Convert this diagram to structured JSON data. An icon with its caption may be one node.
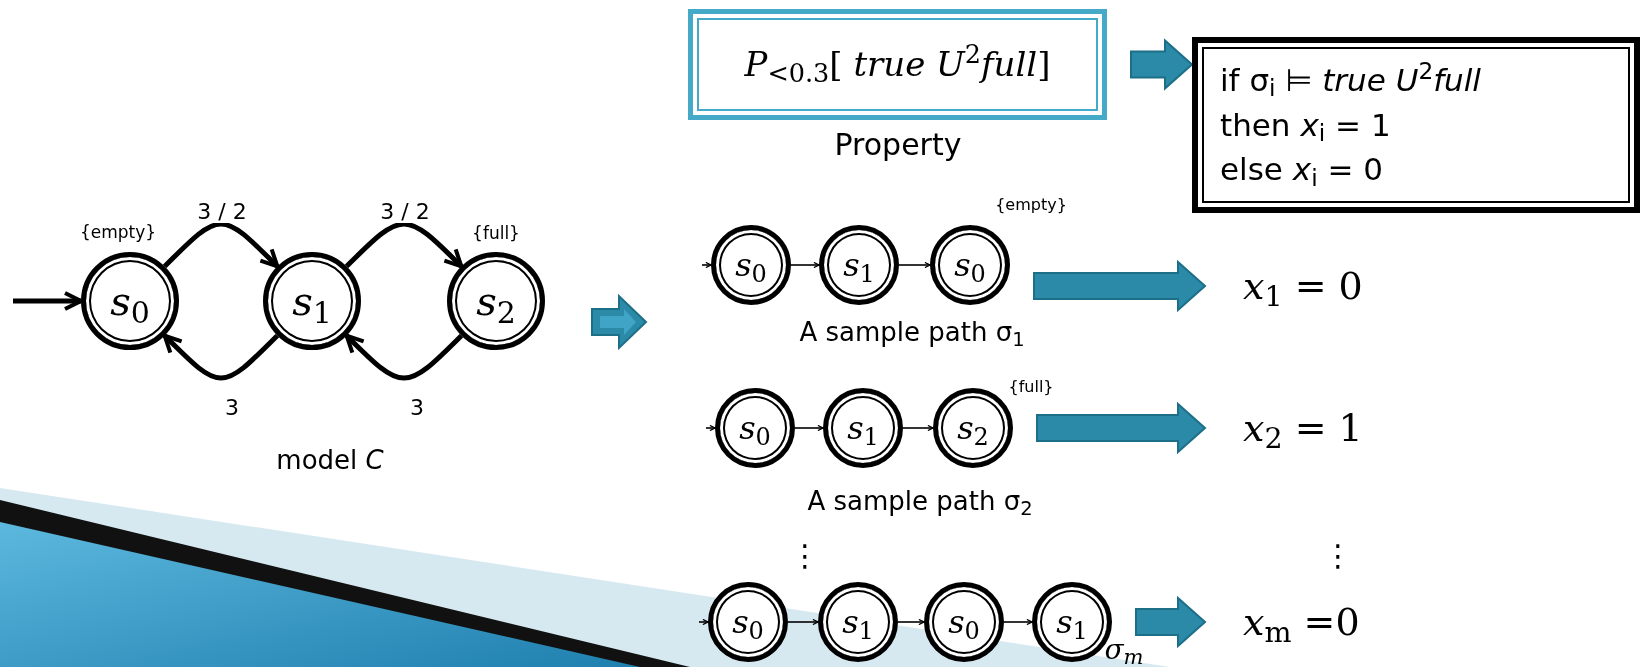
{
  "diagram": {
    "nodes": [
      {
        "text": [
          "*s*$_{0}$"
        ],
        "beside": [
          "{empty}"
        ]
      },
      {
        "text": [
          "*s*$_{1}$"
        ]
      },
      {
        "text": [
          "*s*$_{2}$"
        ],
        "beside": [
          "{full}"
        ]
      },
      {
        "text": [
          "*P*$_{<0.3}$[ *true U*$^{2}$*full*]"
        ],
        "beside": [
          "Property"
        ]
      },
      {
        "text": [
          "if σ$_{i}$ ⊨ *true U*$^{2}$*full*",
          "then *x*$_{i}$ = 1",
          "else  *x*$_{i}$ = 0"
        ]
      },
      {
        "text": [
          "*s*$_{0}$"
        ]
      },
      {
        "text": [
          "*s*$_{1}$"
        ]
      },
      {
        "text": [
          "*s*$_{0}$"
        ],
        "beside": [
          "{empty}"
        ]
      },
      {
        "text": [
          "*s*$_{0}$"
        ]
      },
      {
        "text": [
          "*s*$_{1}$"
        ]
      },
      {
        "text": [
          "*s*$_{2}$"
        ],
        "beside": [
          "{full}"
        ]
      },
      {
        "text": [
          "*s*$_{0}$"
        ]
      },
      {
        "text": [
          "*s*$_{1}$"
        ]
      },
      {
        "text": [
          "*s*$_{0}$"
        ]
      },
      {
        "text": [
          "*s*$_{1}$"
        ]
      },
      {
        "text": [
          "*x*$_{1}$ = 0"
        ]
      },
      {
        "text": [
          "*x*$_{2}$ = 1"
        ]
      },
      {
        "text": [
          "*x*$_{m}$ =0"
        ]
      }
    ],
    "edges": [
      {
        "from": null,
        "to": 0,
        "arrow": "to",
        "style": "thick"
      },
      {
        "from": 0,
        "to": 1,
        "arrow": "to",
        "label": "3 / 2",
        "style": "thick"
      },
      {
        "from": 1,
        "to": 0,
        "arrow": "to",
        "label": "3",
        "style": "thick"
      },
      {
        "from": 1,
        "to": 2,
        "arrow": "to",
        "label": "3 / 2",
        "style": "thick"
      },
      {
        "from": 2,
        "to": 1,
        "arrow": "to",
        "label": "3",
        "style": "thick"
      },
      {
        "from": 3,
        "to": 4,
        "arrow": "to",
        "style": "thick",
        "color": "#2a8aa8"
      },
      {
        "from": null,
        "to": 5,
        "arrow": "to"
      },
      {
        "from": 5,
        "to": 6,
        "arrow": "to"
      },
      {
        "from": 6,
        "to": 7,
        "arrow": "to"
      },
      {
        "from": null,
        "to": 8,
        "arrow": "to"
      },
      {
        "from": 8,
        "to": 9,
        "arrow": "to"
      },
      {
        "from": 9,
        "to": 10,
        "arrow": "to"
      },
      {
        "from": null,
        "to": 11,
        "arrow": "to"
      },
      {
        "from": 11,
        "to": 12,
        "arrow": "to"
      },
      {
        "from": 12,
        "to": 13,
        "arrow": "to"
      },
      {
        "from": 13,
        "to": 14,
        "arrow": "to"
      },
      {
        "from": 7,
        "to": 15,
        "arrow": "to",
        "style": "thick",
        "color": "#2a8aa8"
      },
      {
        "from": 10,
        "to": 16,
        "arrow": "to",
        "style": "thick",
        "color": "#2a8aa8"
      },
      {
        "from": 14,
        "to": 17,
        "arrow": "to",
        "style": "thick",
        "color": "#2a8aa8"
      }
    ],
    "labels": [
      "model *C*",
      "A sample path σ$_{1}$",
      "A sample path σ$_{2}$",
      "⋮",
      "⋮",
      "σ$_{m}$"
    ]
  }
}
